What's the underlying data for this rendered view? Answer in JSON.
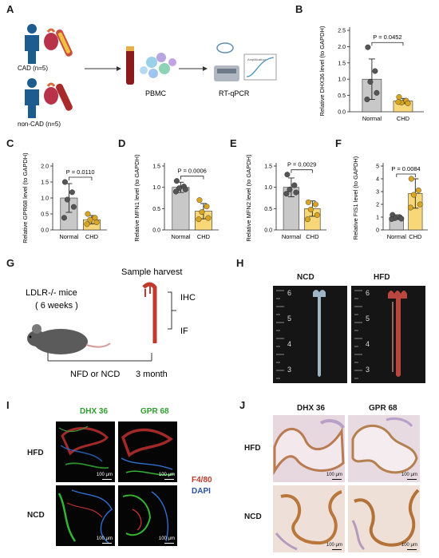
{
  "panel_labels": [
    "A",
    "B",
    "C",
    "D",
    "E",
    "F",
    "G",
    "H",
    "I",
    "J"
  ],
  "panelA": {
    "cad_label": "CAD (n=5)",
    "noncad_label": "non-CAD (n=5)",
    "pbmc_label": "PBMC",
    "rtqpcr_label": "RT-qPCR",
    "amplification_label": "Amplification"
  },
  "colors": {
    "normal_bar": "#c8c8c8",
    "chd_bar": "#f7d778",
    "normal_dot": "#555555",
    "chd_dot": "#d9a520",
    "red_stain": "#c0392b",
    "blue_stain": "#2c4fa3"
  },
  "chart_data": [
    {
      "panel": "B",
      "type": "bar",
      "ylabel": "Relative DHX36 level (to GAPDH)",
      "categories": [
        "Normal",
        "CHD"
      ],
      "ylim": [
        0,
        2.5
      ],
      "yticks": [
        0.0,
        0.5,
        1.0,
        1.5,
        2.0,
        2.5
      ],
      "means": [
        1.0,
        0.33
      ],
      "errors": [
        0.62,
        0.08
      ],
      "points": [
        [
          1.98,
          1.25,
          0.92,
          0.58,
          0.38
        ],
        [
          0.45,
          0.34,
          0.28,
          0.26,
          0.3
        ]
      ],
      "pvalue": "P = 0.0452"
    },
    {
      "panel": "C",
      "type": "bar",
      "ylabel": "Relative  GPR68 level (to GAPDH)",
      "categories": [
        "Normal",
        "CHD"
      ],
      "ylim": [
        0,
        2.0
      ],
      "yticks": [
        0.0,
        0.5,
        1.0,
        1.5,
        2.0
      ],
      "means": [
        1.0,
        0.32
      ],
      "errors": [
        0.45,
        0.13
      ],
      "points": [
        [
          1.5,
          1.18,
          0.95,
          0.72,
          0.38
        ],
        [
          0.5,
          0.38,
          0.32,
          0.24,
          0.18
        ]
      ],
      "pvalue": "P = 0.0110"
    },
    {
      "panel": "D",
      "type": "bar",
      "ylabel": "Relative  MFN1 level (to GAPDH)",
      "categories": [
        "Normal",
        "CHD"
      ],
      "ylim": [
        0,
        1.5
      ],
      "yticks": [
        0.0,
        0.5,
        1.0,
        1.5
      ],
      "means": [
        1.0,
        0.44
      ],
      "errors": [
        0.12,
        0.18
      ],
      "points": [
        [
          1.15,
          1.02,
          0.98,
          0.95,
          0.9
        ],
        [
          0.7,
          0.55,
          0.42,
          0.28,
          0.25
        ]
      ],
      "pvalue": "P = 0.0006"
    },
    {
      "panel": "E",
      "type": "bar",
      "ylabel": "Relative MFN2 level (to GAPDH)",
      "categories": [
        "Normal",
        "CHD"
      ],
      "ylim": [
        0,
        1.5
      ],
      "yticks": [
        0.0,
        0.5,
        1.0,
        1.5
      ],
      "means": [
        1.0,
        0.5
      ],
      "errors": [
        0.22,
        0.18
      ],
      "points": [
        [
          1.3,
          1.05,
          0.95,
          0.88,
          0.85
        ],
        [
          0.65,
          0.6,
          0.48,
          0.35,
          0.25
        ]
      ],
      "pvalue": "P = 0.0029"
    },
    {
      "panel": "F",
      "type": "bar",
      "ylabel": "Relative FIS1 level (to GAPDH)",
      "categories": [
        "Normal",
        "CHD"
      ],
      "ylim": [
        0,
        5
      ],
      "yticks": [
        0,
        1,
        2,
        3,
        4,
        5
      ],
      "means": [
        1.0,
        2.85
      ],
      "errors": [
        0.18,
        1.15
      ],
      "points": [
        [
          1.18,
          1.0,
          0.92,
          0.88,
          0.85
        ],
        [
          4.0,
          3.1,
          2.75,
          2.0,
          1.75
        ]
      ],
      "pvalue": "P = 0.0084"
    }
  ],
  "panelG": {
    "mice_label_1": "LDLR-/- mice",
    "mice_label_2": "( 6 weeks )",
    "harvest_label": "Sample harvest",
    "ihc_label": "IHC",
    "if_label": "IF",
    "diet_label": "NFD or NCD",
    "time_label": "3 month"
  },
  "panelH": {
    "left_title": "NCD",
    "right_title": "HFD",
    "ruler_numbers": [
      "6",
      "5",
      "4",
      "3"
    ]
  },
  "panelI": {
    "col1": "DHX 36",
    "col2": "GPR 68",
    "row1": "HFD",
    "row2": "NCD",
    "scale": "100 μm",
    "legend_red": "F4/80",
    "legend_blue": "DAPI"
  },
  "panelJ": {
    "col1": "DHX 36",
    "col2": "GPR 68",
    "row1": "HFD",
    "row2": "NCD",
    "scale": "100 μm"
  }
}
